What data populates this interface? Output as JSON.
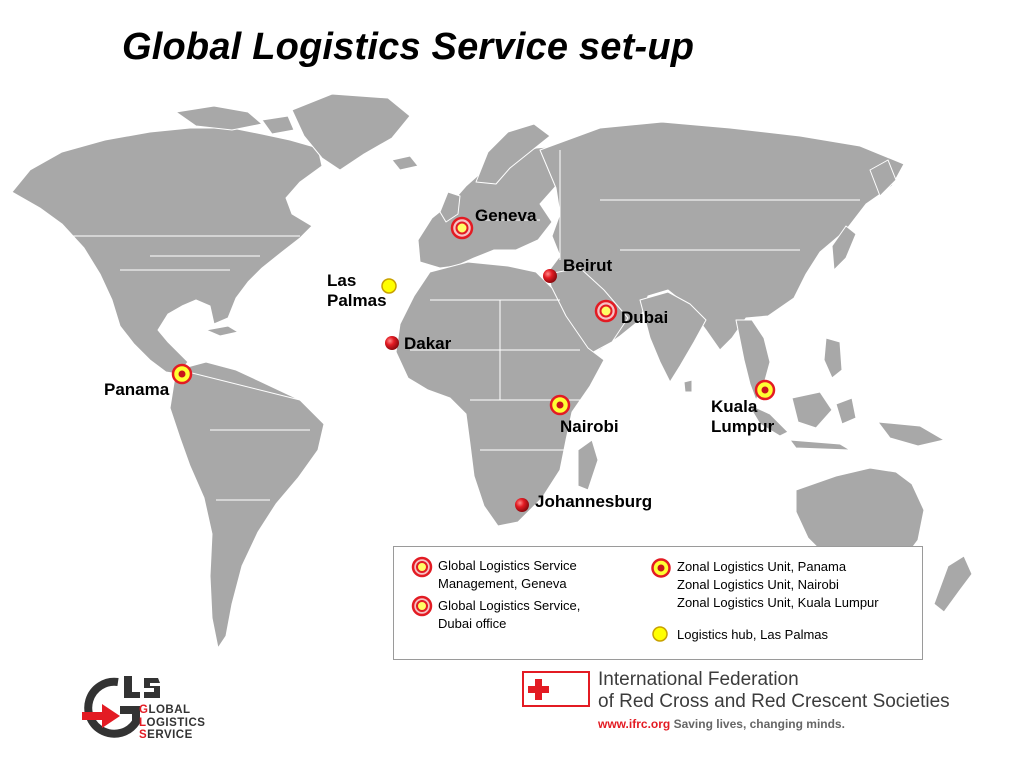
{
  "title": "Global Logistics Service set-up",
  "colors": {
    "land": "#a8a8a8",
    "border": "#ffffff",
    "marker_red": "#e31b23",
    "marker_yellow": "#ffff00",
    "ifrc_red": "#e31b23"
  },
  "cities": [
    {
      "label": "Geneva",
      "marker": "gls-management"
    },
    {
      "label": "Beirut",
      "marker": "red-dot"
    },
    {
      "label": "Las\nPalmas",
      "marker": "logistics-hub"
    },
    {
      "label": "Dubai",
      "marker": "gls-office"
    },
    {
      "label": "Dakar",
      "marker": "red-dot"
    },
    {
      "label": "Panama",
      "marker": "zonal-unit"
    },
    {
      "label": "Nairobi",
      "marker": "zonal-unit"
    },
    {
      "label": "Kuala\nLumpur",
      "marker": "zonal-unit"
    },
    {
      "label": "Johannesburg",
      "marker": "red-dot"
    }
  ],
  "legend": {
    "management": "Global Logistics Service\nManagement, Geneva",
    "office": "Global Logistics Service,\nDubai office",
    "zonal_1": "Zonal Logistics Unit, Panama",
    "zonal_2": "Zonal Logistics Unit,  Nairobi",
    "zonal_3": "Zonal Logistics Unit,  Kuala Lumpur",
    "hub": "Logistics hub, Las Palmas"
  },
  "gls_logo": {
    "letters": "GLS",
    "line1_initial": "G",
    "line1_rest": "LOBAL",
    "line2_initial": "L",
    "line2_rest": "OGISTICS",
    "line3_initial": "S",
    "line3_rest": "ERVICE"
  },
  "ifrc": {
    "line1": "International Federation",
    "line2": "of Red Cross and Red Crescent Societies",
    "url": "www.ifrc.org",
    "tagline": " Saving lives, changing minds."
  }
}
